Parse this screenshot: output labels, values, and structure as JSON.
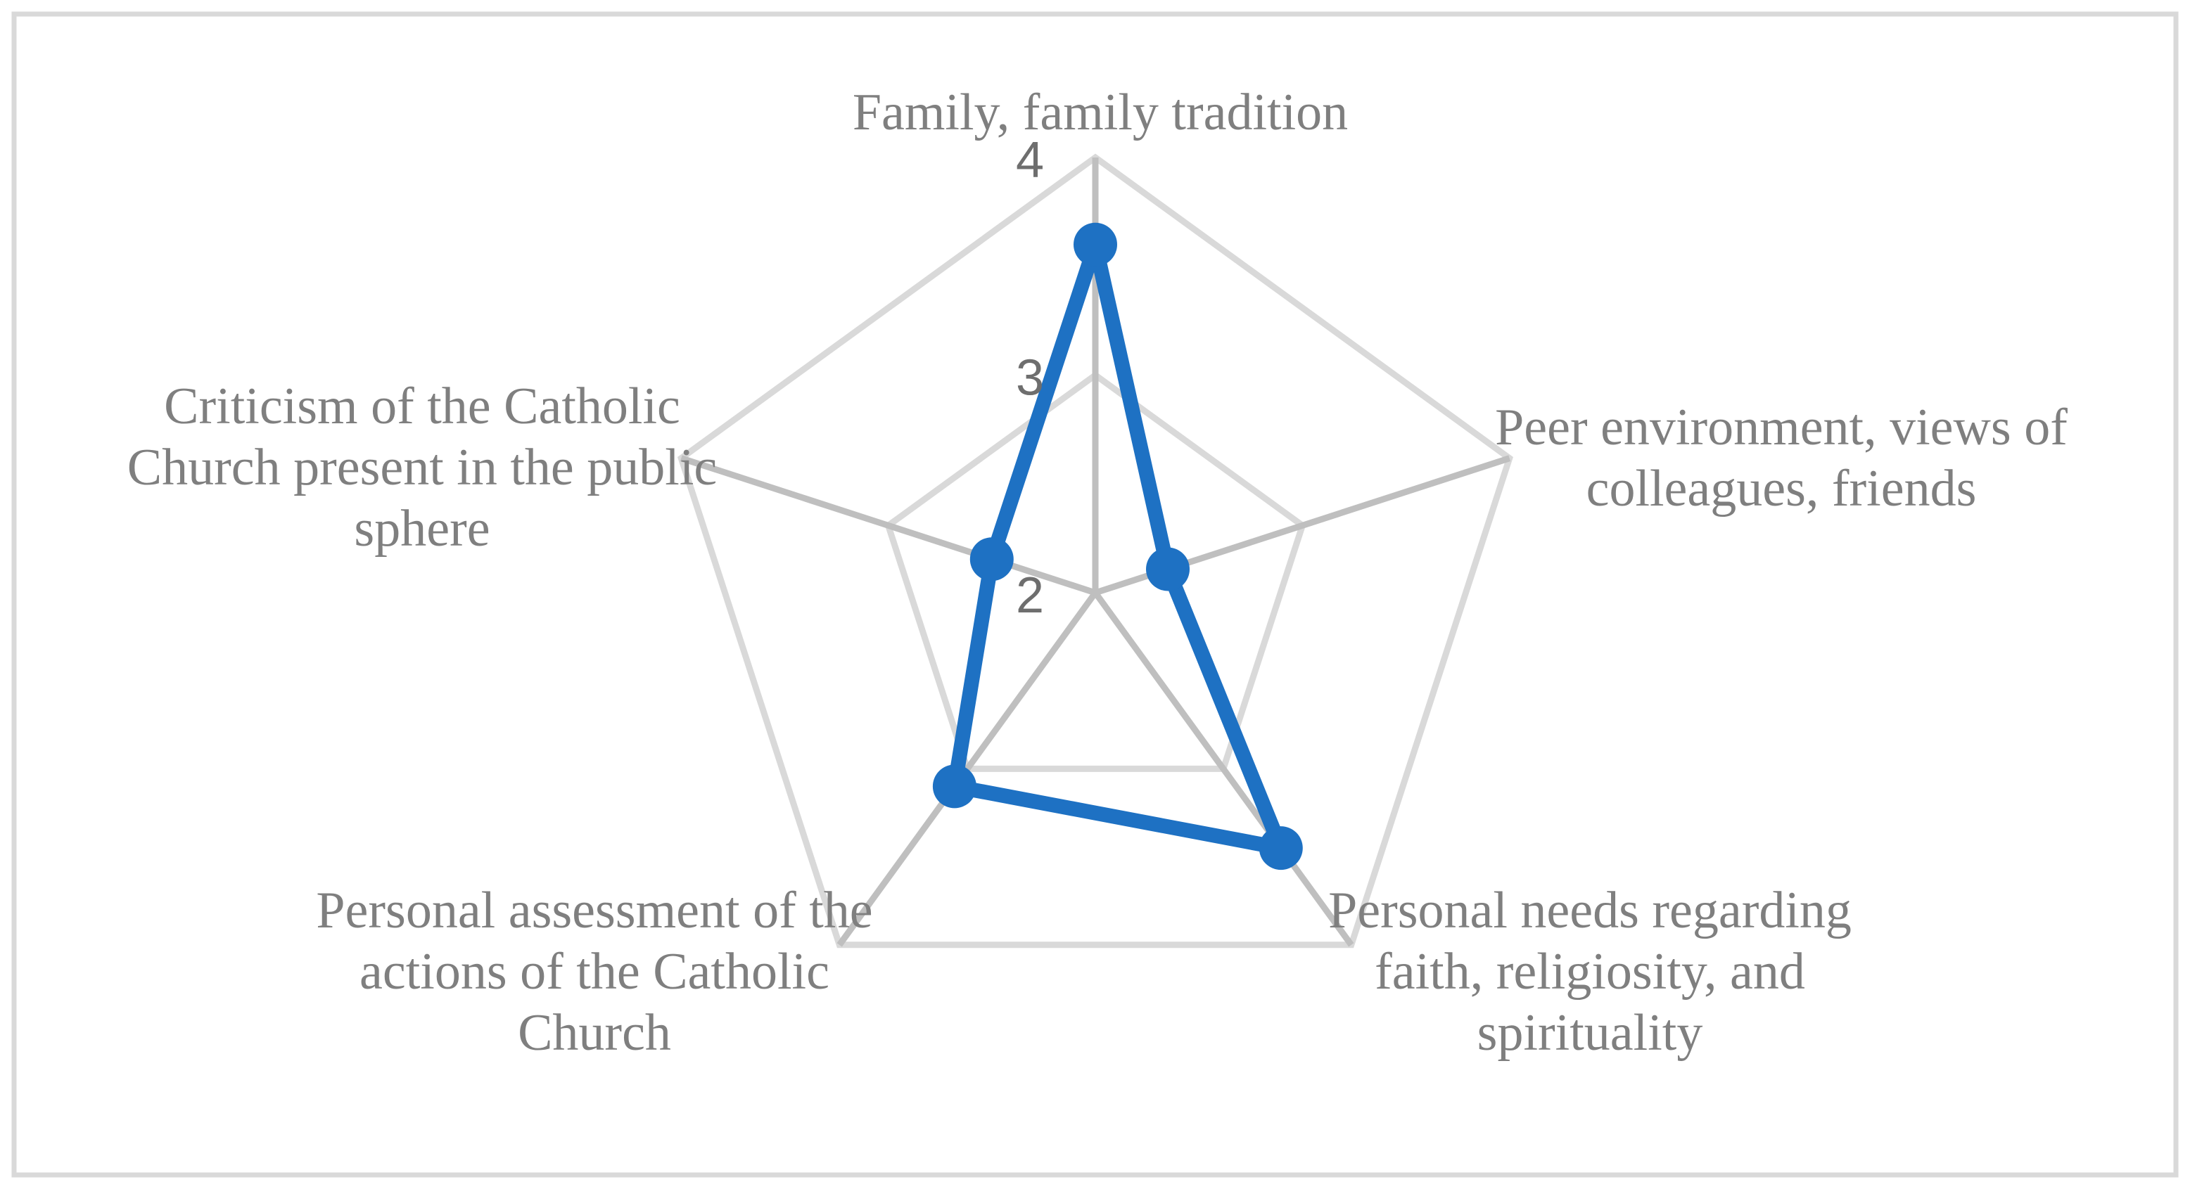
{
  "figure": {
    "background": "#ffffff",
    "border_color": "#d9d9d9"
  },
  "chart_data": {
    "type": "radar",
    "title": "",
    "legend": "none",
    "grid": true,
    "categories": [
      "Family, family tradition",
      "Peer environment, views of colleagues, friends",
      "Personal needs regarding faith, religiosity, and spirituality",
      "Personal assessment of the actions of the Catholic Church",
      "Criticism of the Catholic Church present in the public sphere"
    ],
    "category_lines": [
      [
        "Family, family tradition"
      ],
      [
        "Peer environment, views of",
        "colleagues, friends"
      ],
      [
        "Personal needs regarding",
        "faith, religiosity, and",
        "spirituality"
      ],
      [
        "Personal assessment of the",
        "actions of the Catholic",
        "Church"
      ],
      [
        "Criticism of the Catholic",
        "Church present in the public",
        "sphere"
      ]
    ],
    "category_ids": [
      "family-tradition",
      "peer-environment",
      "personal-needs",
      "personal-assessment",
      "criticism-public-sphere"
    ],
    "values": [
      3.6,
      2.35,
      3.45,
      3.1,
      2.5
    ],
    "axis": {
      "min": 2,
      "max": 4,
      "major_unit": 1,
      "tick_labels": [
        "2",
        "3",
        "4"
      ]
    },
    "colors": {
      "series_line": "#1e71c3",
      "marker": "#1e71c3",
      "ring": "#d9d9d9",
      "spoke": "#bfbfbf",
      "category_label": "#7f7f7f",
      "tick_label": "#6e6e6e"
    }
  }
}
